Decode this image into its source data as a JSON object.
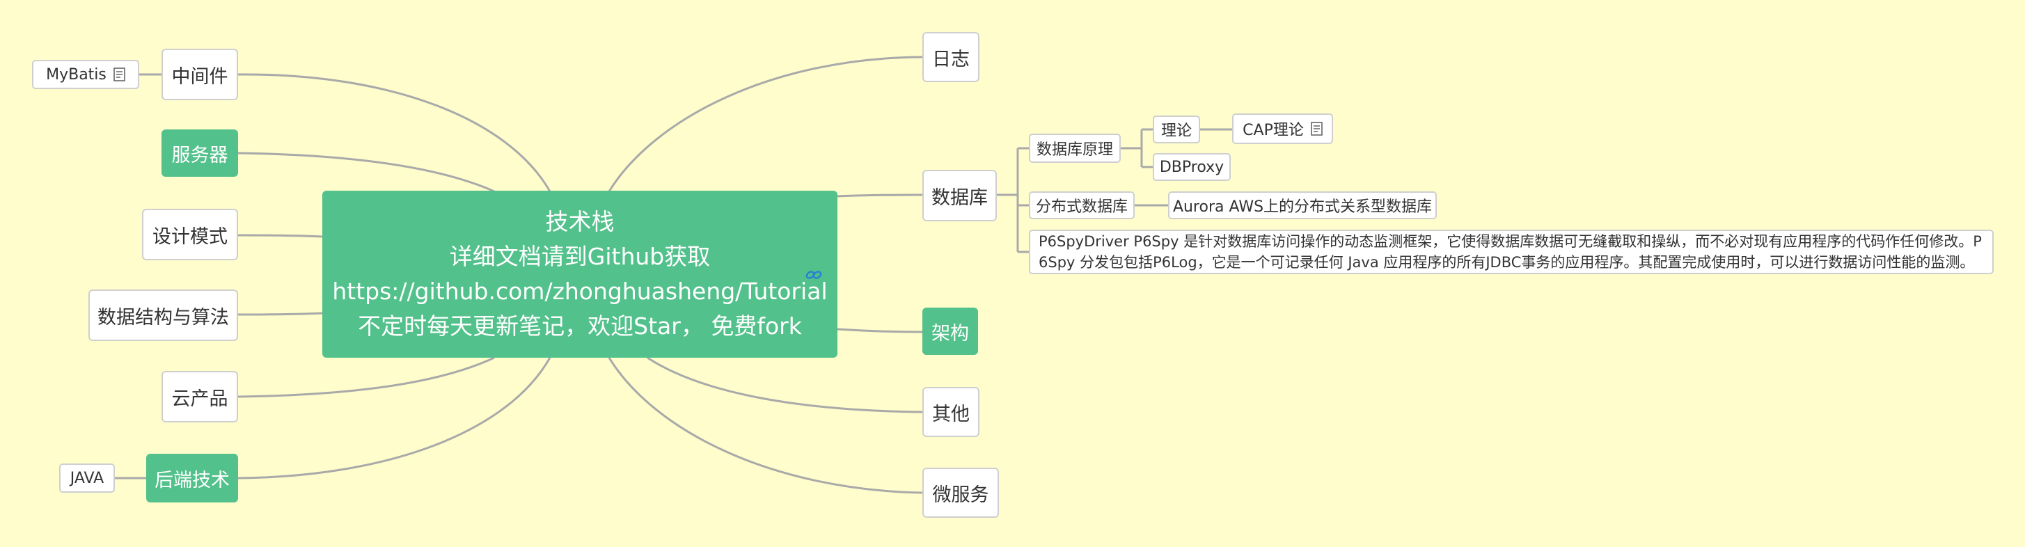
{
  "central": {
    "lines": [
      "技术栈",
      "详细文档请到Github获取",
      "https://github.com/zhonghuasheng/Tutorial",
      "不定时每天更新笔记，欢迎Star， 免费fork"
    ]
  },
  "left_topics": {
    "middleware": "中间件",
    "mybatis": "MyBatis",
    "server": "服务器",
    "design_patterns": "设计模式",
    "data_structures": "数据结构与算法",
    "cloud_products": "云产品",
    "backend_tech": "后端技术",
    "java": "JAVA"
  },
  "right_topics": {
    "log": "日志",
    "database": "数据库",
    "architecture": "架构",
    "other": "其他",
    "microservices": "微服务"
  },
  "database_children": {
    "principles": "数据库原理",
    "theory": "理论",
    "cap_theory": "CAP理论",
    "dbproxy": "DBProxy",
    "distributed_db": "分布式数据库",
    "aurora": "Aurora AWS上的分布式关系型数据库",
    "p6spy_line1": "P6SpyDriver P6Spy 是针对数据库访问操作的动态监测框架，它使得数据库数据可无缝截取和操纵，而不必对现有应用程序的代码作任何修改。P",
    "p6spy_line2": "6Spy 分发包包括P6Log，它是一个可记录任何 Java 应用程序的所有JDBC事务的应用程序。其配置完成使用时，可以进行数据访问性能的监测。"
  },
  "colors": {
    "background": "#fefdcb",
    "accent_green": "#52c18b",
    "connector": "#a9a9a9",
    "node_border": "#cfcfcf",
    "link_icon": "#2a7fd4"
  },
  "icons": {
    "hyperlink": "link-icon",
    "notes": "note-icon"
  }
}
